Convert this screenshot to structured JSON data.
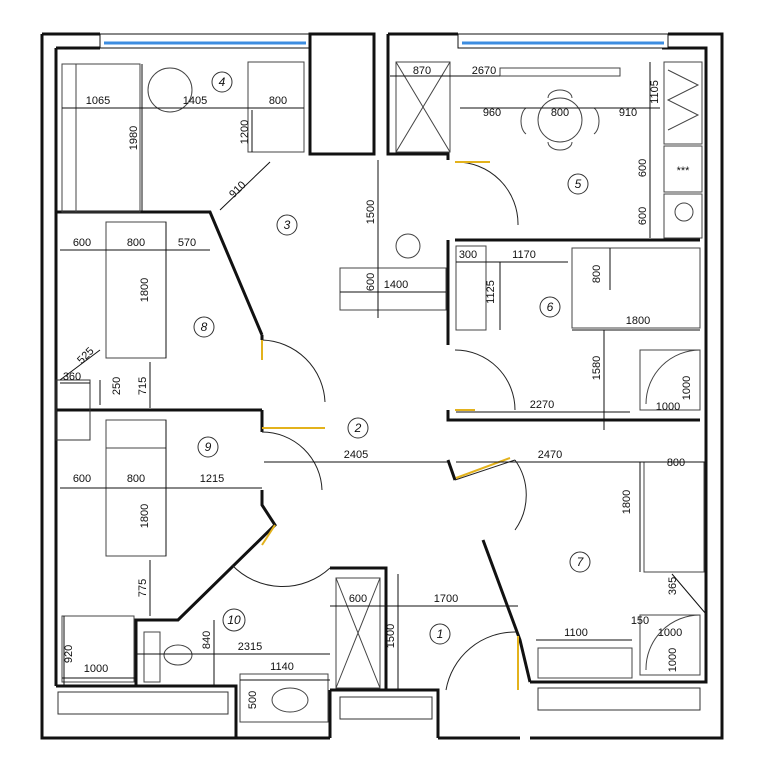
{
  "plan": {
    "rooms": [
      "1",
      "2",
      "3",
      "4",
      "5",
      "6",
      "7",
      "8",
      "9",
      "10"
    ],
    "dimensions": {
      "d_1065": "1065",
      "d_1405": "1405",
      "d_800_lr": "800",
      "d_1980": "1980",
      "d_1200": "1200",
      "d_910_diag": "910",
      "d_870": "870",
      "d_2670": "2670",
      "d_960": "960",
      "d_800_table": "800",
      "d_910_kit": "910",
      "d_1105": "1105",
      "d_600_k1": "600",
      "d_600_k2": "600",
      "stove_mark": "***",
      "d_1500_hall": "1500",
      "d_600_col": "600",
      "d_1400": "1400",
      "d_600_b8": "600",
      "d_800_b8": "800",
      "d_570": "570",
      "d_1800_b8": "1800",
      "d_525": "525",
      "d_360": "360",
      "d_250": "250",
      "d_715": "715",
      "d_600_b9": "600",
      "d_800_b9": "800",
      "d_1215": "1215",
      "d_1800_b9": "1800",
      "d_775": "775",
      "d_2405": "2405",
      "d_300": "300",
      "d_1170": "1170",
      "d_800_b6": "800",
      "d_1125": "1125",
      "d_1800_b6": "1800",
      "d_1580": "1580",
      "d_1000_sh6a": "1000",
      "d_1000_sh6b": "1000",
      "d_2270": "2270",
      "d_2470": "2470",
      "d_800_b7": "800",
      "d_1800_b7": "1800",
      "d_365": "365",
      "d_150": "150",
      "d_1100": "1100",
      "d_1000_sh7a": "1000",
      "d_1000_sh7b": "1000",
      "d_600_ent": "600",
      "d_1700": "1700",
      "d_1500_ent": "1500",
      "d_920": "920",
      "d_1000_wc": "1000",
      "d_840": "840",
      "d_2315": "2315",
      "d_1140": "1140",
      "d_500": "500"
    }
  }
}
